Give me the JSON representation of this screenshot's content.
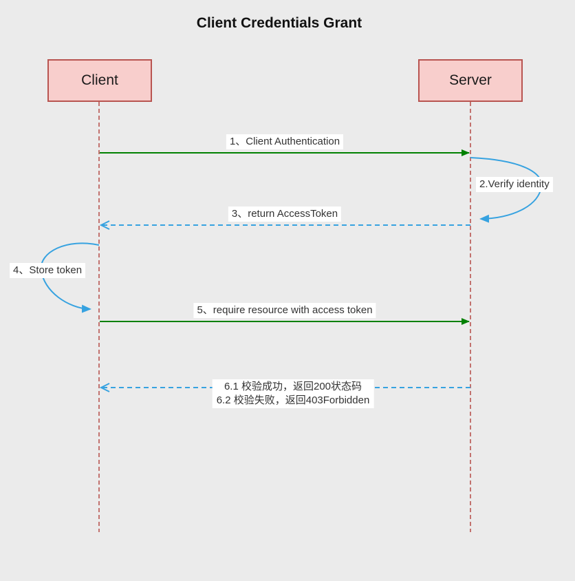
{
  "title": "Client Credentials Grant",
  "actors": {
    "client": {
      "label": "Client"
    },
    "server": {
      "label": "Server"
    }
  },
  "messages": {
    "m1": {
      "label": "1、Client Authentication",
      "type": "solid-arrow",
      "from": "client",
      "to": "server"
    },
    "m2": {
      "label": "2.Verify identity",
      "type": "self-loop",
      "actor": "server"
    },
    "m3": {
      "label": "3、return AccessToken",
      "type": "dashed-arrow",
      "from": "server",
      "to": "client"
    },
    "m4": {
      "label": "4、Store token",
      "type": "self-loop",
      "actor": "client"
    },
    "m5": {
      "label": "5、require resource with access token",
      "type": "solid-arrow",
      "from": "client",
      "to": "server"
    },
    "m6": {
      "line1": "6.1 校验成功，返回200状态码",
      "line2": "6.2 校验失败，返回403Forbidden",
      "type": "dashed-arrow",
      "from": "server",
      "to": "client"
    }
  },
  "colors": {
    "background": "#ebebeb",
    "actor_fill": "#f8cecc",
    "actor_border": "#b85450",
    "lifeline": "#b85450",
    "request_arrow": "#008000",
    "response_arrow": "#36a2e0",
    "label_background": "#ffffff",
    "label_text": "#333333"
  }
}
